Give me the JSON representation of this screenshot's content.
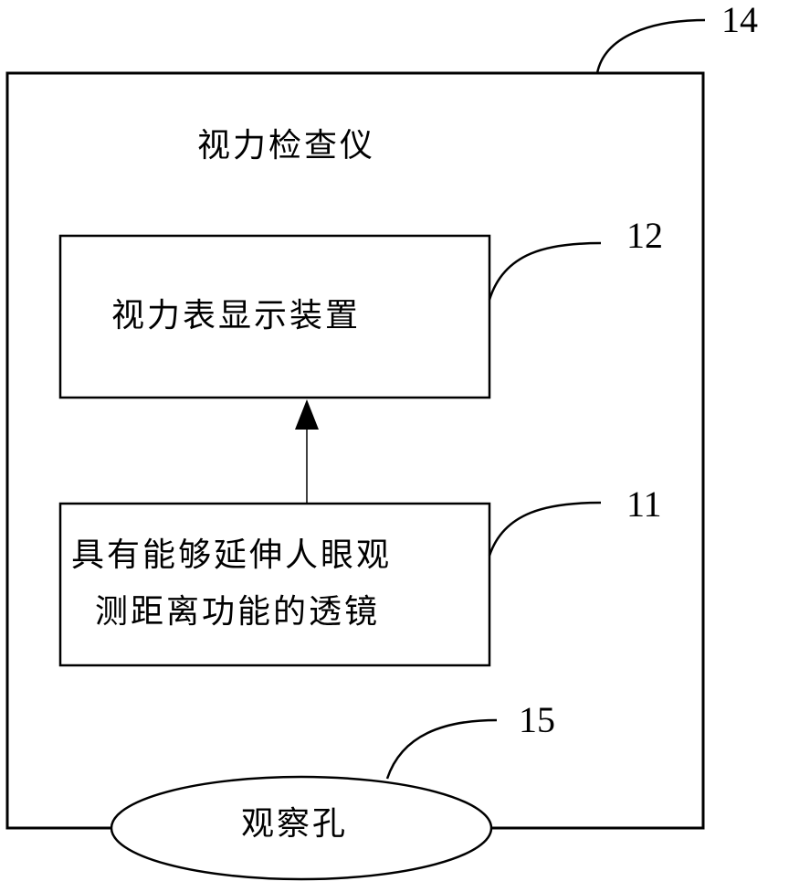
{
  "outer": {
    "title": "视力检查仪",
    "ref": "14"
  },
  "display_box": {
    "label": "视力表显示装置",
    "ref": "12"
  },
  "lens_box": {
    "label_line1": "具有能够延伸人眼观",
    "label_line2": "测距离功能的透镜",
    "ref": "11"
  },
  "eyepiece": {
    "label": "观察孔",
    "ref": "15"
  },
  "colors": {
    "line": "#000000",
    "background": "#ffffff"
  }
}
